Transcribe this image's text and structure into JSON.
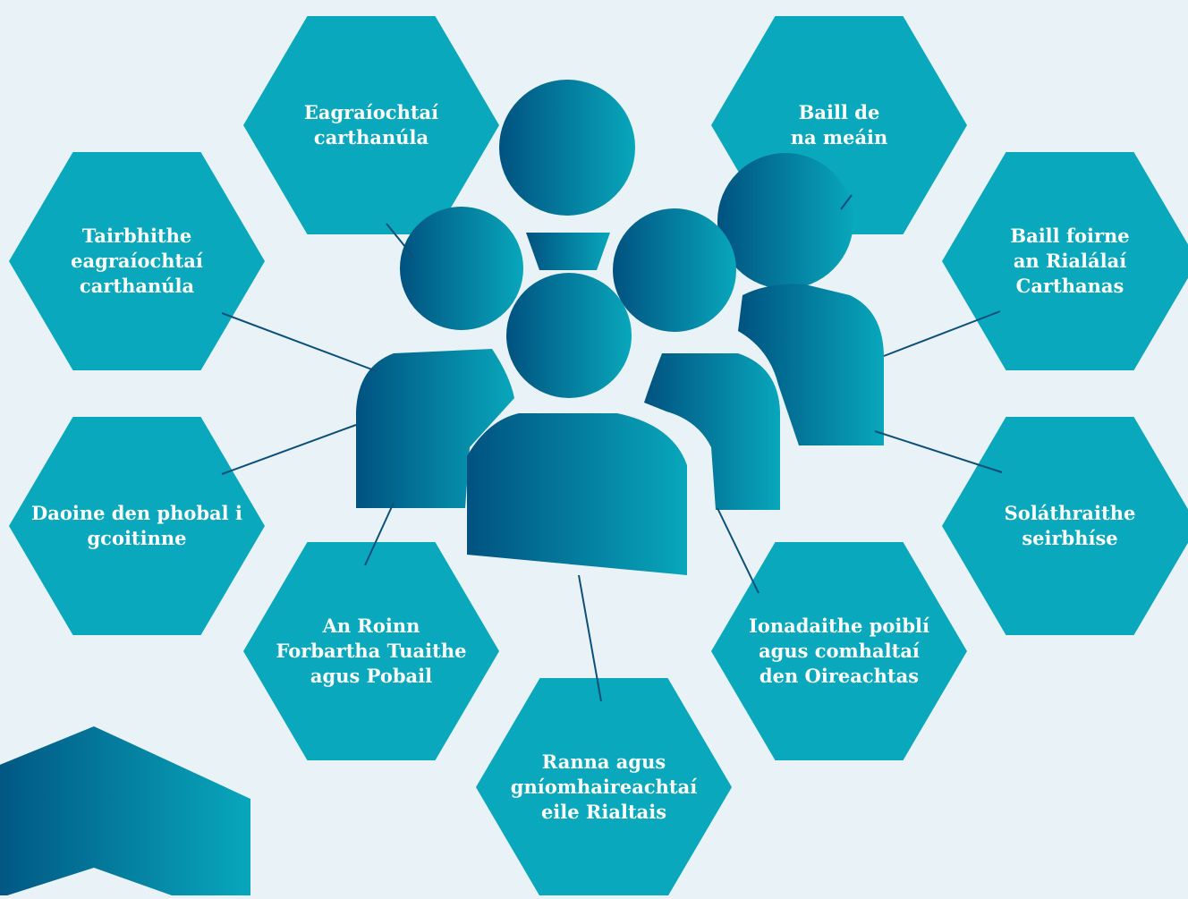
{
  "colors": {
    "background": "#e9f3f7",
    "hexagon": "#0aa8bc",
    "connector": "#0c4f78",
    "people_gradient_dark": "#00527f",
    "people_gradient_light": "#08a7bb"
  },
  "center_icon": "group-of-people-icon",
  "corner_decoration": "chevron-hexagon-decoration",
  "stakeholders": [
    {
      "id": "eagraiochtai",
      "label": "Eagraíochtaí\ncarthanúla"
    },
    {
      "id": "baill-meain",
      "label": "Baill de\nna meáin"
    },
    {
      "id": "tairbhithe",
      "label": "Tairbhithe\neagraíochtaí\ncarthanúla"
    },
    {
      "id": "baill-foirne",
      "label": "Baill foirne\nan Rialálaí\nCarthanas"
    },
    {
      "id": "daoine-pobal",
      "label": "Daoine den phobal i\ngcoitinne"
    },
    {
      "id": "solathraithe",
      "label": "Soláthraithe\nseirbhíse"
    },
    {
      "id": "an-roinn",
      "label": "An Roinn\nForbartha Tuaithe\nagus Pobail"
    },
    {
      "id": "ionadaithe",
      "label": "Ionadaithe poiblí\nagus comhaltaí\nden Oireachtas"
    },
    {
      "id": "ranna",
      "label": "Ranna agus\ngníomhaireachtaí\neile Rialtais"
    }
  ]
}
